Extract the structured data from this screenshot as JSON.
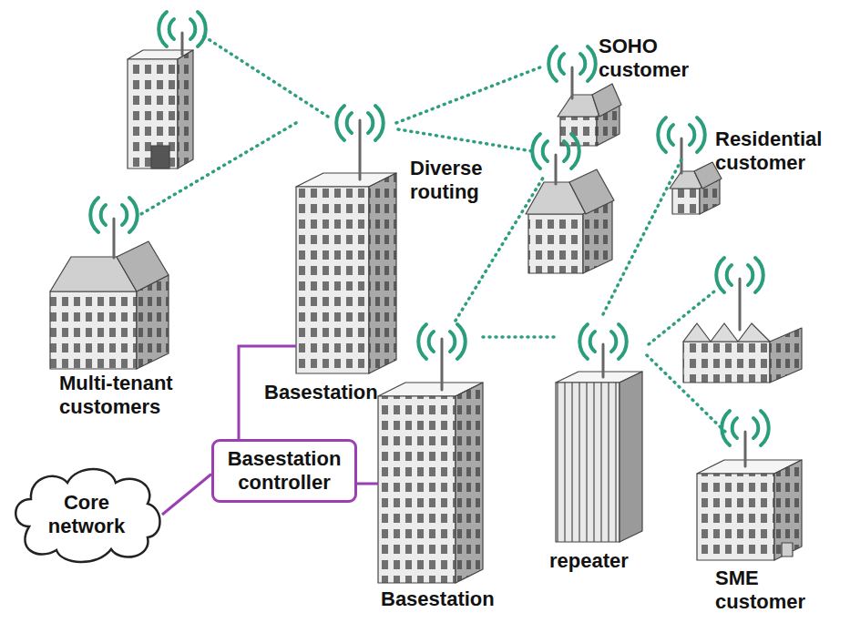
{
  "diagram": {
    "nodes": [
      {
        "text": [
          "Core network"
        ]
      },
      {
        "text": [
          "Basestation controller"
        ]
      },
      {
        "text": [
          "Basestation"
        ]
      },
      {
        "text": [
          "Basestation"
        ]
      },
      {
        "text": [
          "repeater"
        ]
      },
      {
        "text": [
          "SOHO customer"
        ]
      },
      {
        "text": [
          "Residential customer"
        ]
      },
      {
        "text": [
          "Multi-tenant customers"
        ]
      },
      {
        "text": [
          "SME customer"
        ]
      }
    ],
    "edges": [
      {
        "from": 1,
        "to": 0,
        "arrow": "none"
      },
      {
        "from": 1,
        "to": 2,
        "arrow": "none"
      },
      {
        "from": 1,
        "to": 3,
        "arrow": "none"
      },
      {
        "from": 2,
        "to": 5,
        "arrow": "none"
      },
      {
        "from": 2,
        "to": 7,
        "arrow": "none"
      },
      {
        "from": 3,
        "to": 4,
        "arrow": "none"
      },
      {
        "from": 4,
        "to": 6,
        "arrow": "none"
      },
      {
        "from": 4,
        "to": 8,
        "arrow": "none"
      }
    ],
    "labels": [
      "Diverse routing"
    ]
  }
}
